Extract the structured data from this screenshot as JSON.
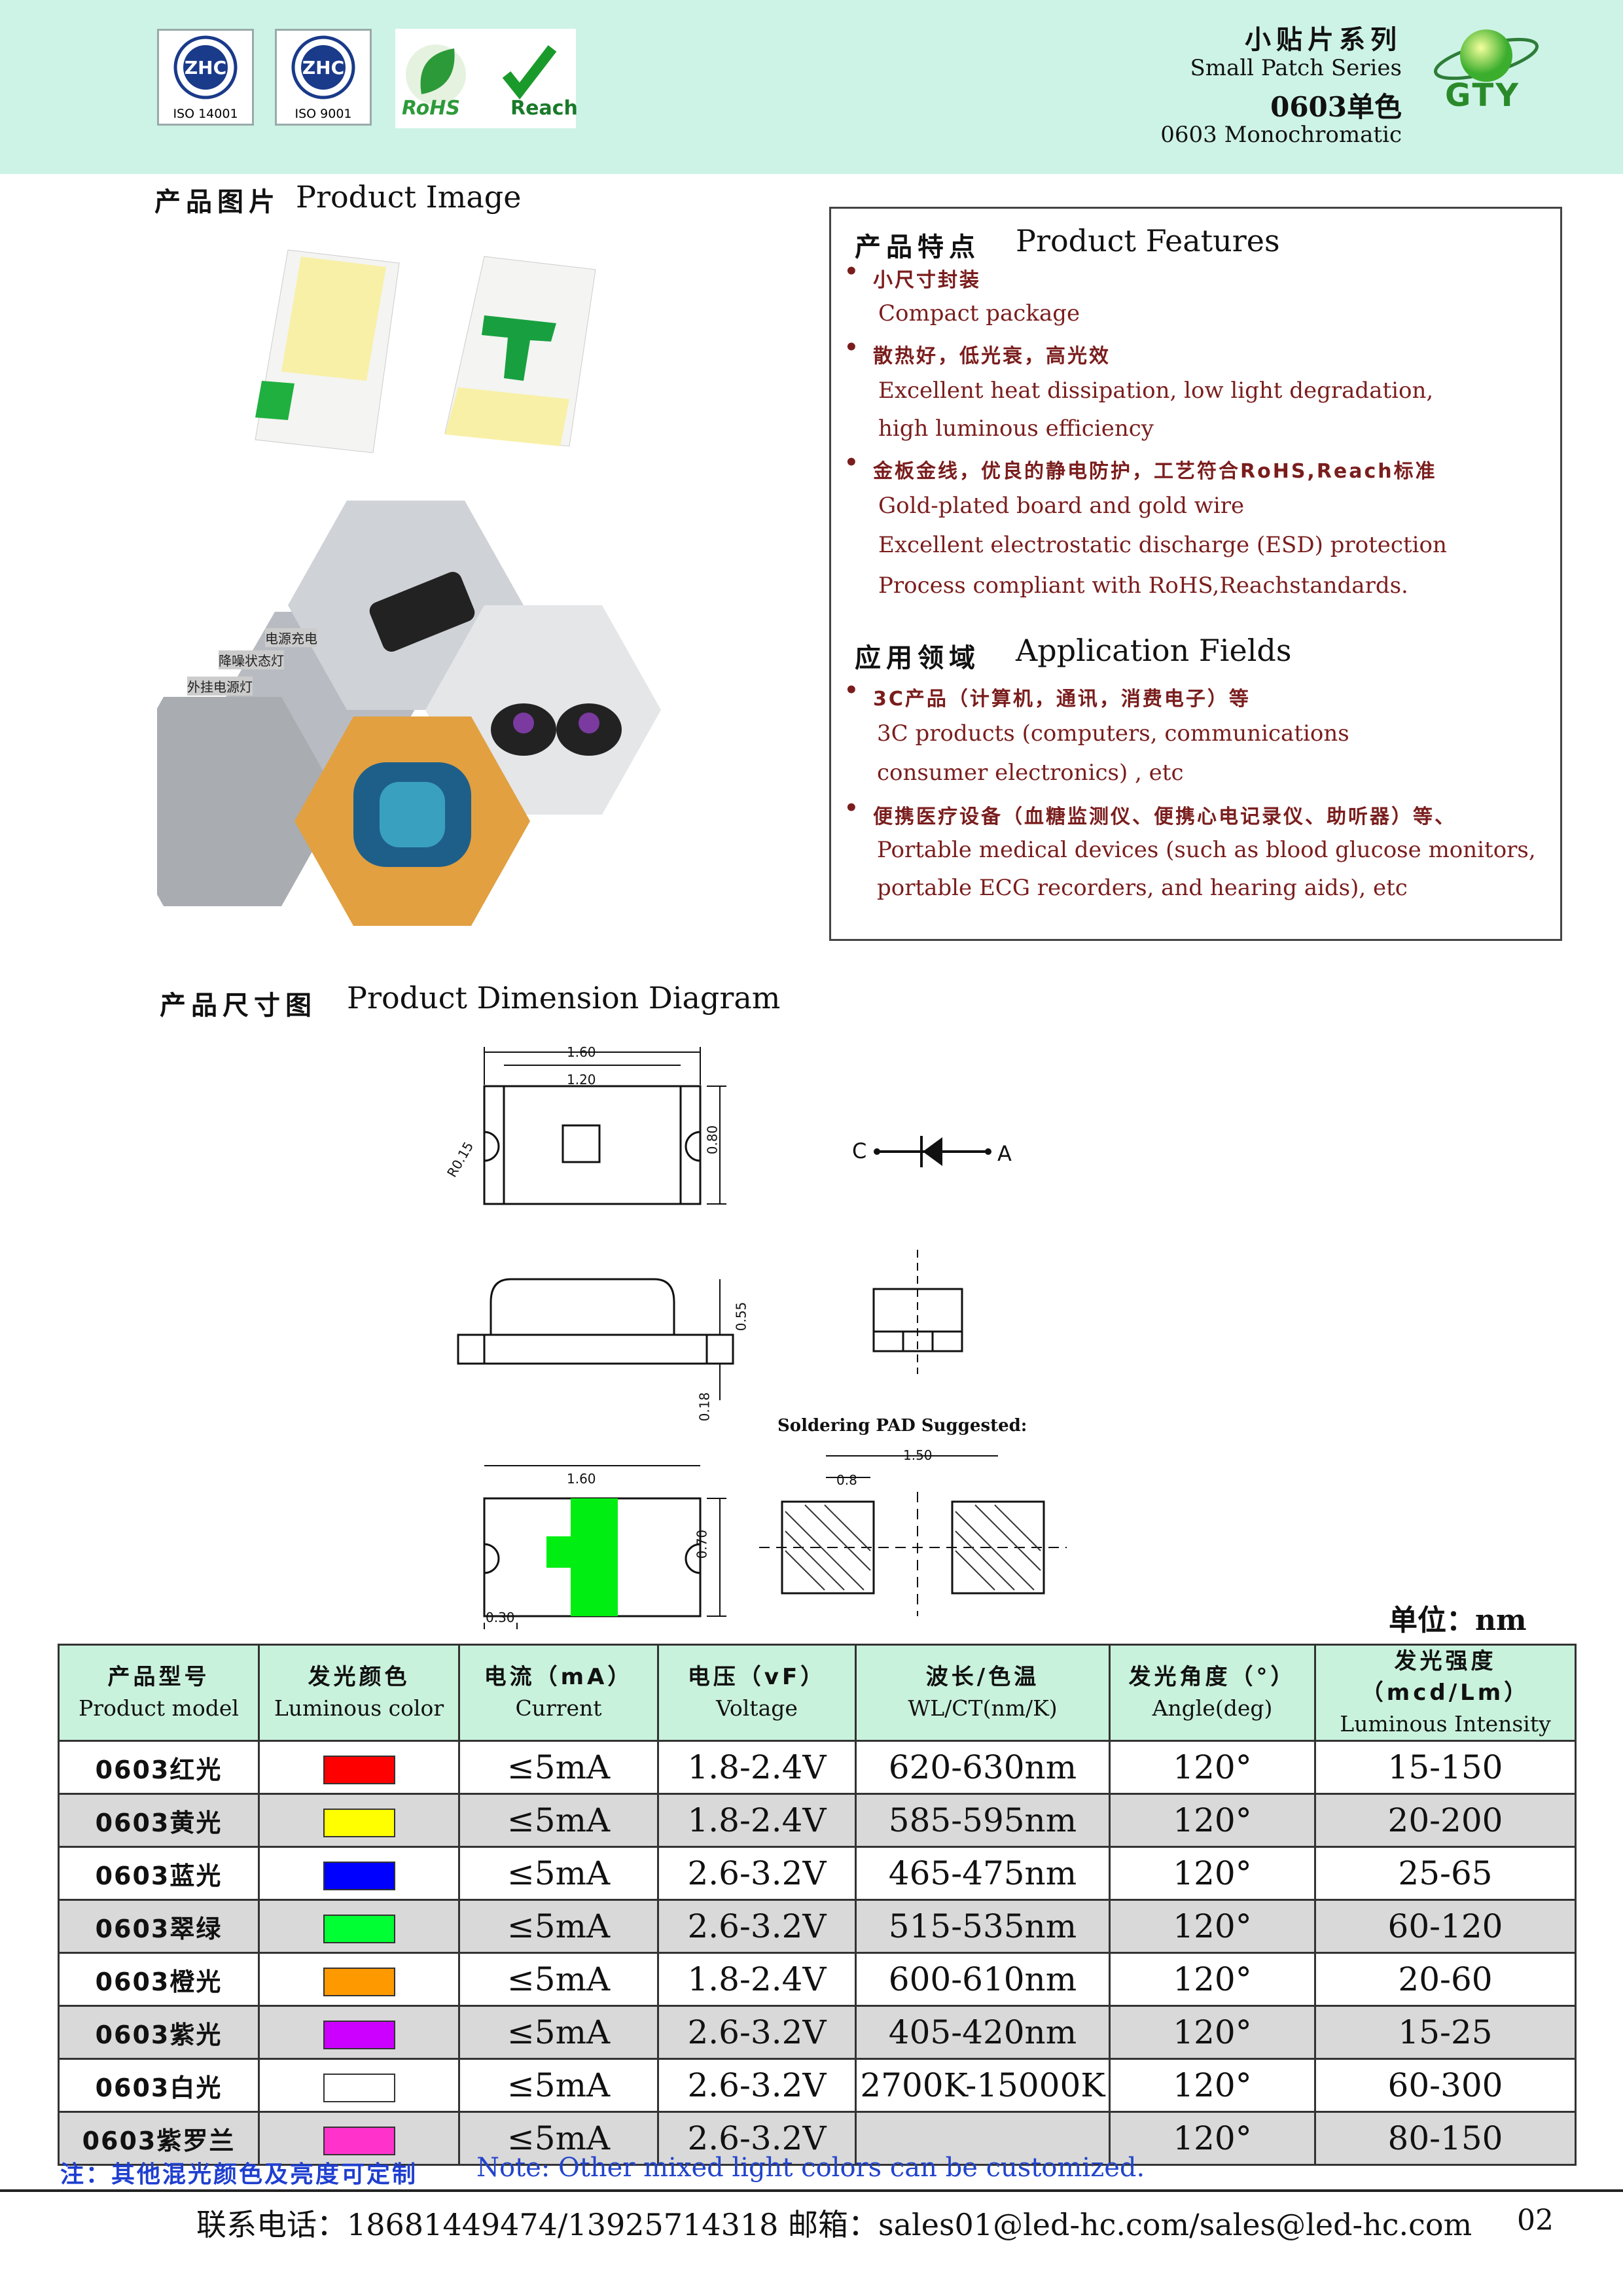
{
  "header": {
    "certs": [
      "ISO 14001",
      "ISO 9001"
    ],
    "rohs": "RoHS",
    "reach": "Reach",
    "series_zh": "小贴片系列",
    "series_en": "Small Patch Series",
    "model_zh": "0603单色",
    "model_en": "0603 Monochromatic",
    "brand": "GTY"
  },
  "image_section": {
    "zh": "产品图片",
    "en": "Product Image"
  },
  "photo_labels": [
    "电源充电",
    "降噪状态灯",
    "外挂电源灯"
  ],
  "features": {
    "title_zh": "产品特点",
    "title_en": "Product Features",
    "items": [
      {
        "zh": "小尺寸封装",
        "en": [
          "Compact package"
        ]
      },
      {
        "zh": "散热好，低光衰，高光效",
        "en": [
          "Excellent heat dissipation, low light degradation,",
          "high luminous efficiency"
        ]
      },
      {
        "zh": "金板金线，优良的静电防护，工艺符合RoHS,Reach标准",
        "en": [
          "Gold-plated board and gold wire",
          "Excellent electrostatic discharge (ESD) protection",
          "Process compliant with RoHS,Reachstandards."
        ]
      }
    ],
    "app_zh": "应用领域",
    "app_en": "Application Fields",
    "apps": [
      {
        "zh": "3C产品（计算机，通讯，消费电子）等",
        "en": [
          "3C products (computers, communications",
          "consumer electronics) , etc"
        ]
      },
      {
        "zh": "便携医疗设备（血糖监测仪、便携心电记录仪、助听器）等、",
        "en": [
          "Portable medical devices (such as blood glucose monitors,",
          "portable ECG recorders, and hearing aids), etc"
        ]
      }
    ]
  },
  "dimension_section": {
    "zh": "产品尺寸图",
    "en": "Product Dimension Diagram"
  },
  "diagram": {
    "top_w1": "1.60",
    "top_w2": "1.20",
    "top_r": "R0.15",
    "top_h": "0.80",
    "side_h": "0.55",
    "side_base": "0.18",
    "bottom_w": "1.60",
    "bottom_h": "0.70",
    "bottom_pad": "0.30",
    "cathode": "C",
    "anode": "A",
    "pad_title": "Soldering PAD Suggested:",
    "pad_w": "1.50",
    "pad_each": "0.8"
  },
  "unit": "单位：nm",
  "table": {
    "headers": [
      {
        "zh": "产品型号",
        "en": "Product model"
      },
      {
        "zh": "发光颜色",
        "en": "Luminous color"
      },
      {
        "zh": "电流（mA）",
        "en": "Current"
      },
      {
        "zh": "电压（vF）",
        "en": "Voltage"
      },
      {
        "zh": "波长/色温",
        "en": "WL/CT(nm/K)"
      },
      {
        "zh": "发光角度（°）",
        "en": "Angle(deg)"
      },
      {
        "zh": "发光强度（mcd/Lm）",
        "en": "Luminous Intensity"
      }
    ],
    "rows": [
      {
        "model": "0603红光",
        "color": "#ff0000",
        "current": "≤5mA",
        "voltage": "1.8-2.4V",
        "wl": "620-630nm",
        "angle": "120°",
        "intensity": "15-150"
      },
      {
        "model": "0603黄光",
        "color": "#ffff00",
        "current": "≤5mA",
        "voltage": "1.8-2.4V",
        "wl": "585-595nm",
        "angle": "120°",
        "intensity": "20-200"
      },
      {
        "model": "0603蓝光",
        "color": "#0000ff",
        "current": "≤5mA",
        "voltage": "2.6-3.2V",
        "wl": "465-475nm",
        "angle": "120°",
        "intensity": "25-65"
      },
      {
        "model": "0603翠绿",
        "color": "#00ff33",
        "current": "≤5mA",
        "voltage": "2.6-3.2V",
        "wl": "515-535nm",
        "angle": "120°",
        "intensity": "60-120"
      },
      {
        "model": "0603橙光",
        "color": "#ff9900",
        "current": "≤5mA",
        "voltage": "1.8-2.4V",
        "wl": "600-610nm",
        "angle": "120°",
        "intensity": "20-60"
      },
      {
        "model": "0603紫光",
        "color": "#cc00ff",
        "current": "≤5mA",
        "voltage": "2.6-3.2V",
        "wl": "405-420nm",
        "angle": "120°",
        "intensity": "15-25"
      },
      {
        "model": "0603白光",
        "color": "#ffffff",
        "current": "≤5mA",
        "voltage": "2.6-3.2V",
        "wl": "2700K-15000K",
        "angle": "120°",
        "intensity": "60-300"
      },
      {
        "model": "0603紫罗兰",
        "color": "#ff33cc",
        "current": "≤5mA",
        "voltage": "2.6-3.2V",
        "wl": "",
        "angle": "120°",
        "intensity": "80-150"
      }
    ]
  },
  "note_zh": "注：其他混光颜色及亮度可定制",
  "note_en": "Note: Other mixed light colors can be customized.",
  "footer": {
    "contact": "联系电话：18681449474/13925714318 邮箱：sales01@led-hc.com/sales@led-hc.com",
    "page": "02"
  }
}
